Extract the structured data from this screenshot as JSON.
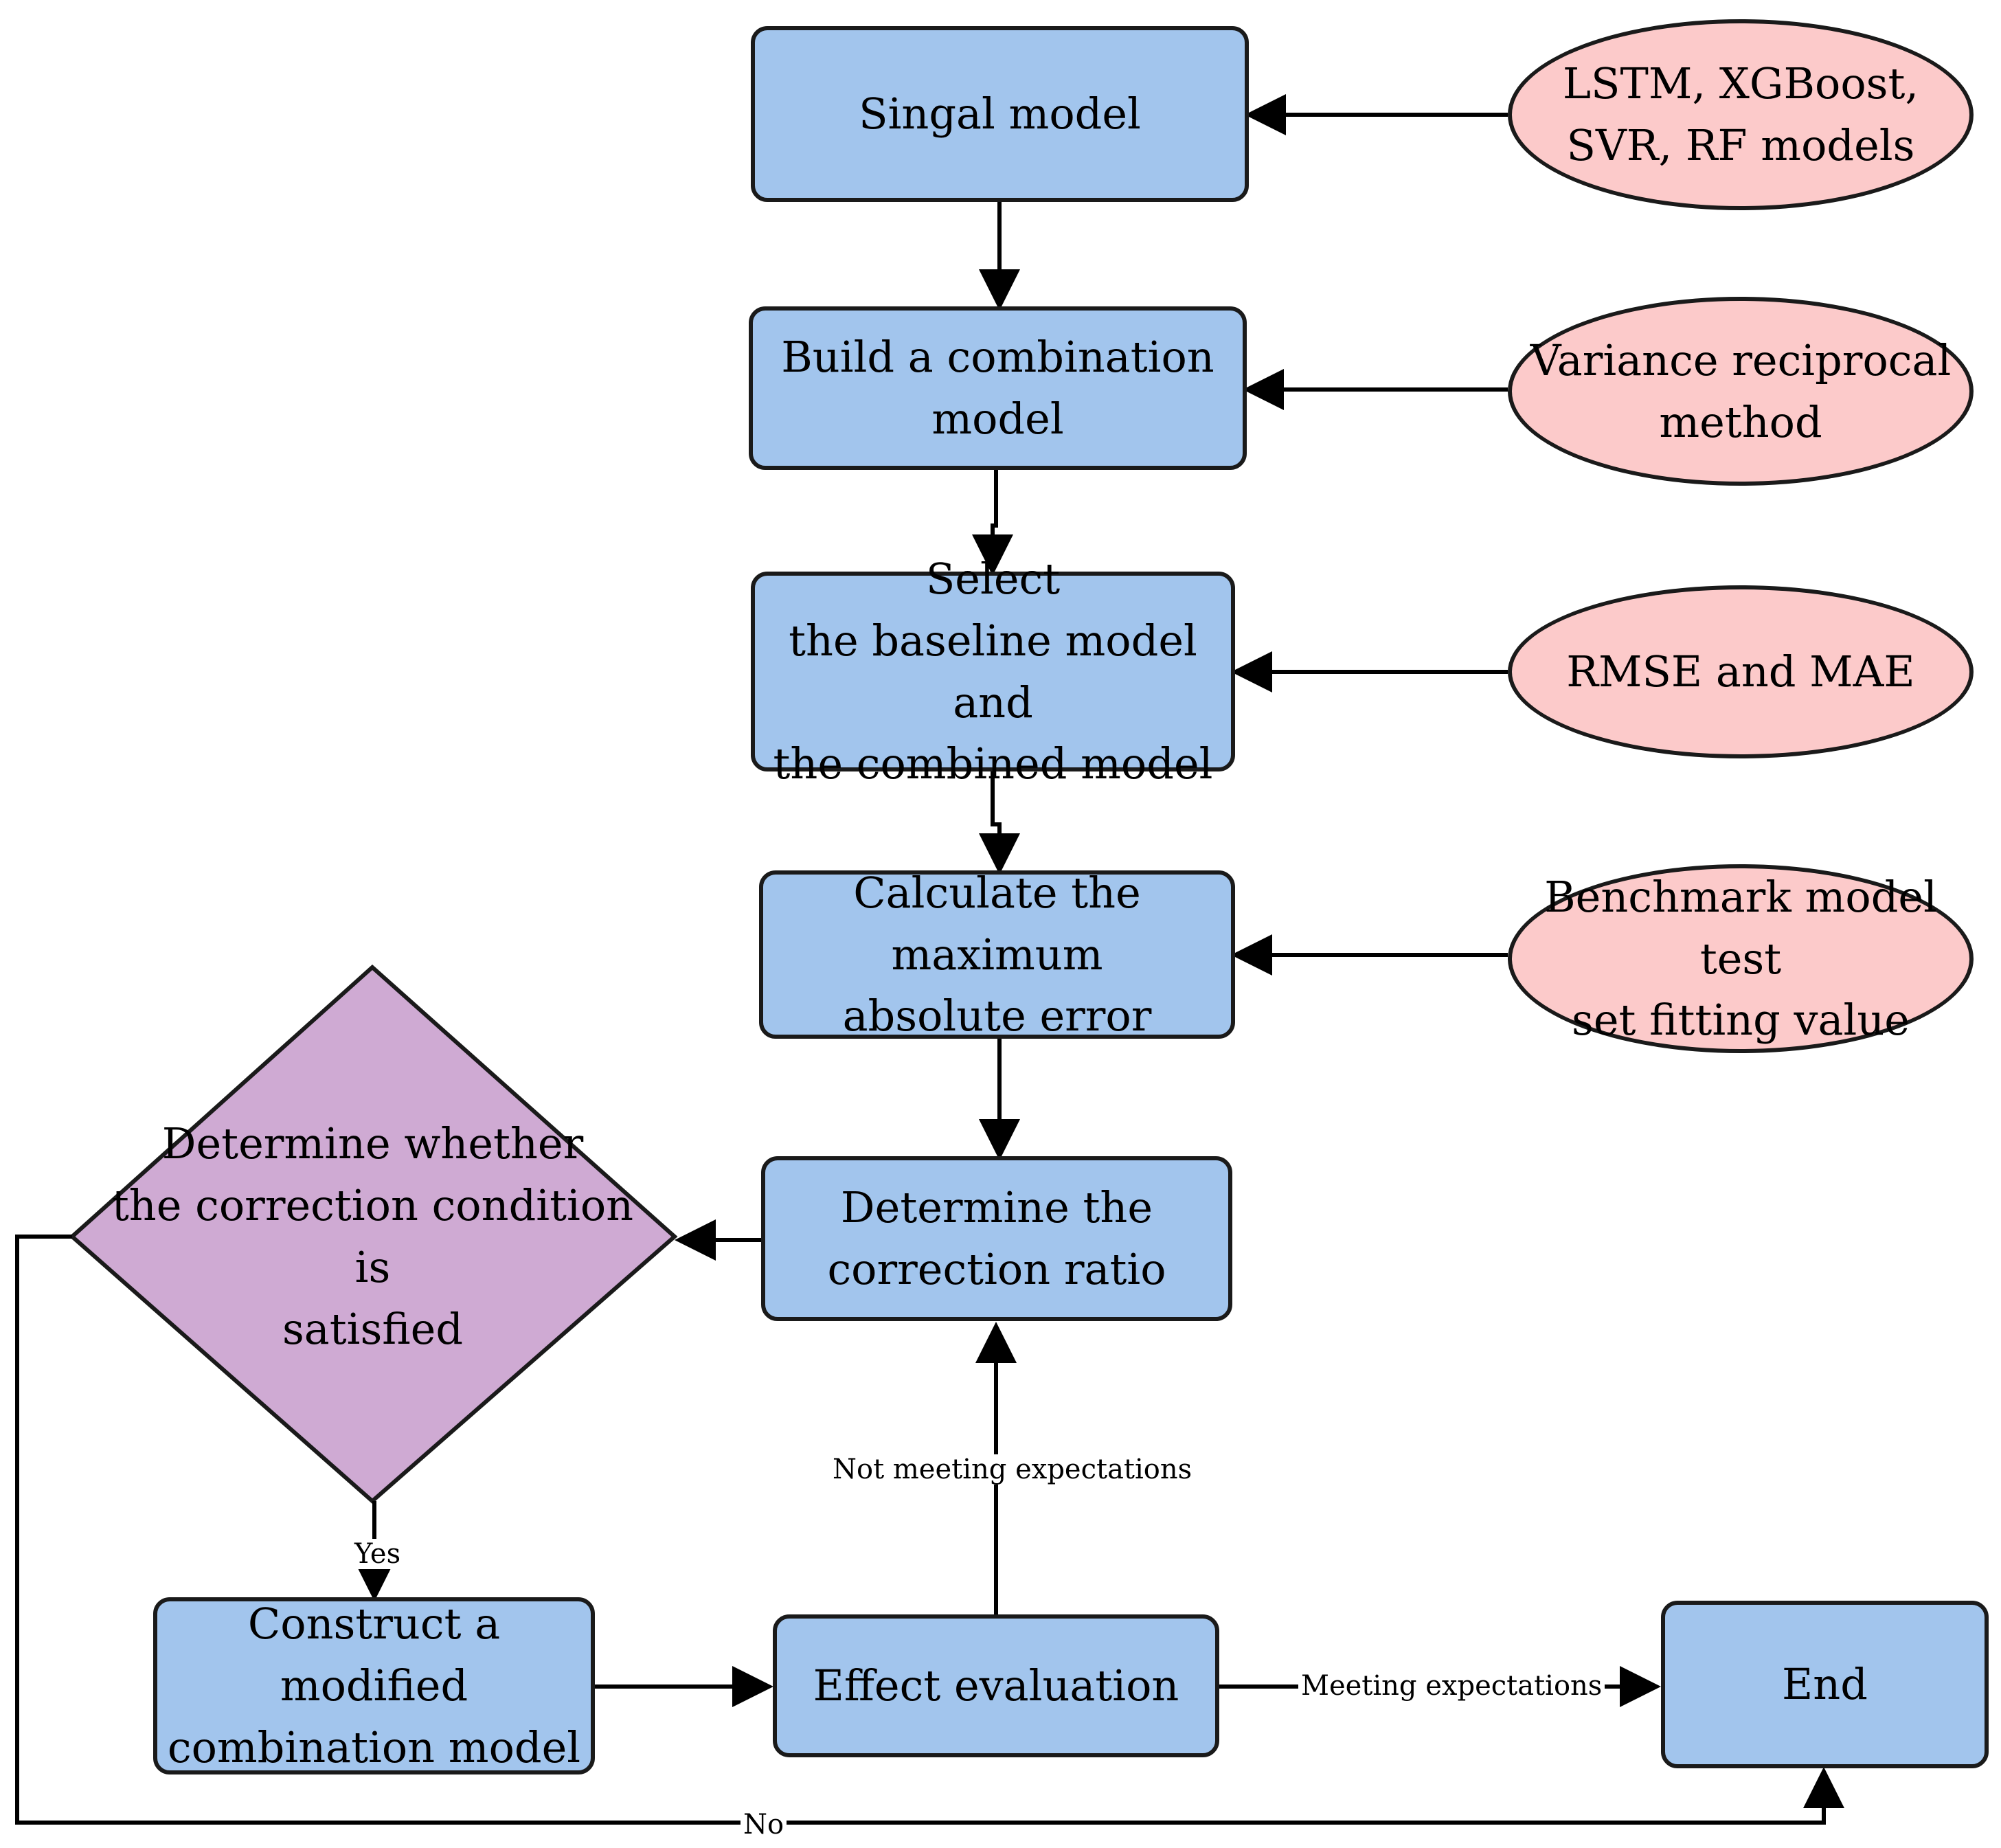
{
  "nodes": {
    "single_model": "Singal model",
    "lstm_models": "LSTM, XGBoost,\nSVR, RF models",
    "build_combination": "Build a combination\nmodel",
    "variance_reciprocal": "Variance reciprocal\nmethod",
    "select_baseline": "Select\nthe baseline model and\nthe combined model",
    "rmse_mae": "RMSE and MAE",
    "calc_max_error": "Calculate the maximum\nabsolute error",
    "benchmark": "Benchmark model test\nset fitting value",
    "determine_ratio": "Determine the\ncorrection ratio",
    "determine_condition": "Determine whether\nthe correction condition is\nsatisfied",
    "construct_modified": "Construct a modified\ncombination model",
    "effect_evaluation": "Effect evaluation",
    "end": "End"
  },
  "edge_labels": {
    "not_meeting": "Not meeting expectations",
    "yes": "Yes",
    "meeting": "Meeting expectations",
    "no": "No"
  },
  "colors": {
    "process_fill": "#a2c5ed",
    "input_fill": "#fccaca",
    "decision_fill": "#cfaad3",
    "stroke": "#1a1a1a"
  }
}
